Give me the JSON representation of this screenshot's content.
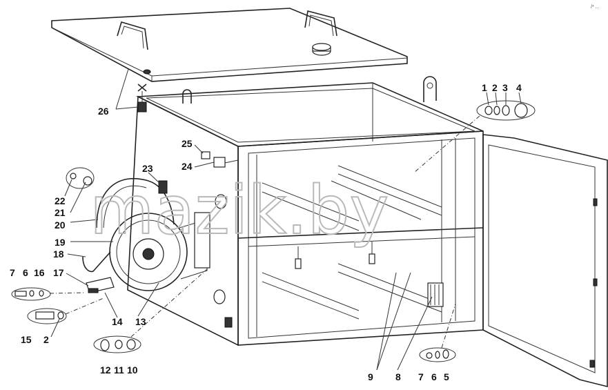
{
  "diagram": {
    "watermark": "mazik.by",
    "corner_mark": "/* ...",
    "part_labels": [
      {
        "id": "p1",
        "text": "1"
      },
      {
        "id": "p2",
        "text": "2"
      },
      {
        "id": "p3",
        "text": "3"
      },
      {
        "id": "p4",
        "text": "4"
      },
      {
        "id": "p26",
        "text": "26"
      },
      {
        "id": "p25",
        "text": "25"
      },
      {
        "id": "p24",
        "text": "24"
      },
      {
        "id": "p23",
        "text": "23"
      },
      {
        "id": "p22",
        "text": "22"
      },
      {
        "id": "p21",
        "text": "21"
      },
      {
        "id": "p20",
        "text": "20"
      },
      {
        "id": "p19",
        "text": "19"
      },
      {
        "id": "p18",
        "text": "18"
      },
      {
        "id": "p17",
        "text": "17"
      },
      {
        "id": "p7a",
        "text": "7"
      },
      {
        "id": "p6a",
        "text": "6"
      },
      {
        "id": "p16",
        "text": "16"
      },
      {
        "id": "p14",
        "text": "14"
      },
      {
        "id": "p13",
        "text": "13"
      },
      {
        "id": "p15",
        "text": "15"
      },
      {
        "id": "p2b",
        "text": "2"
      },
      {
        "id": "p12",
        "text": "12"
      },
      {
        "id": "p11",
        "text": "11"
      },
      {
        "id": "p10",
        "text": "10"
      },
      {
        "id": "p9",
        "text": "9"
      },
      {
        "id": "p8",
        "text": "8"
      },
      {
        "id": "p7b",
        "text": "7"
      },
      {
        "id": "p6b",
        "text": "6"
      },
      {
        "id": "p5",
        "text": "5"
      }
    ]
  }
}
